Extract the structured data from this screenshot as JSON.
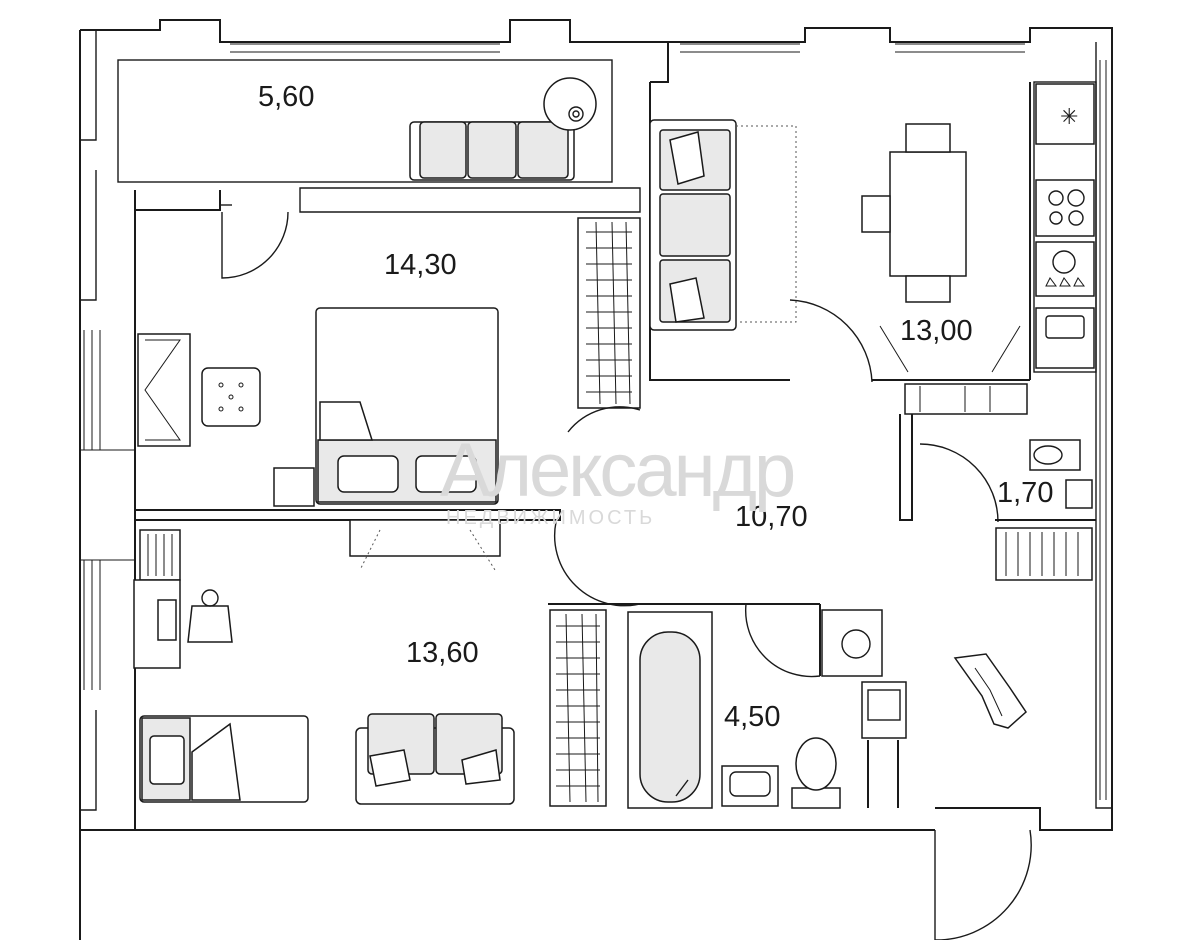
{
  "rooms": [
    {
      "id": "balcony",
      "area": "5,60"
    },
    {
      "id": "bedroom",
      "area": "14,30"
    },
    {
      "id": "kitchen-living",
      "area": "13,00"
    },
    {
      "id": "bathroom-small",
      "area": "1,70"
    },
    {
      "id": "hall",
      "area": "10,70"
    },
    {
      "id": "children-room",
      "area": "13,60"
    },
    {
      "id": "bathroom",
      "area": "4,50"
    }
  ],
  "watermark": {
    "brand": "Александр",
    "subtitle": "НЕДВИЖИМОСТЬ"
  }
}
